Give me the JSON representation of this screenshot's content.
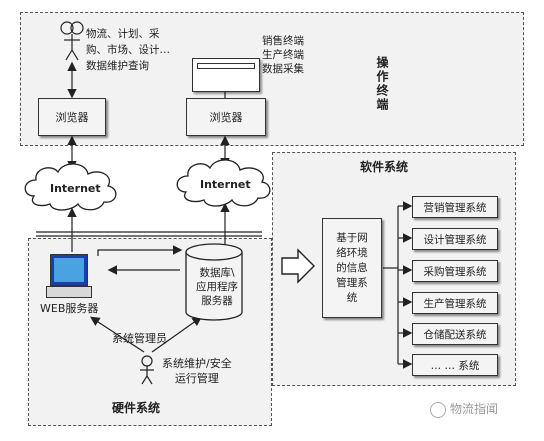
{
  "operation_region": {
    "label": "操作终端",
    "user_text": "物流、计划、采\n购、市场、设计…\n数据维护查询",
    "terminal_text": "销售终端\n生产终端\n数据采集",
    "browser_left": "浏览器",
    "browser_right": "浏览器"
  },
  "network": {
    "internet_left": "Internet",
    "internet_right": "Internet"
  },
  "hardware_region": {
    "label": "硬件系统",
    "web_server": "WEB服务器",
    "db_server": "数据库\\\n应用程序\n服务器",
    "admin": "系统管理员",
    "maintenance": "系统维护/安全\n运行管理"
  },
  "software_region": {
    "label": "软件系统",
    "core": "基于网\n络环境\n的信息\n管理系\n统",
    "modules": [
      "营销管理系统",
      "设计管理系统",
      "采购管理系统",
      "生产管理系统",
      "仓储配送系统",
      "…  …  系统"
    ]
  },
  "watermark": "物流指闻"
}
